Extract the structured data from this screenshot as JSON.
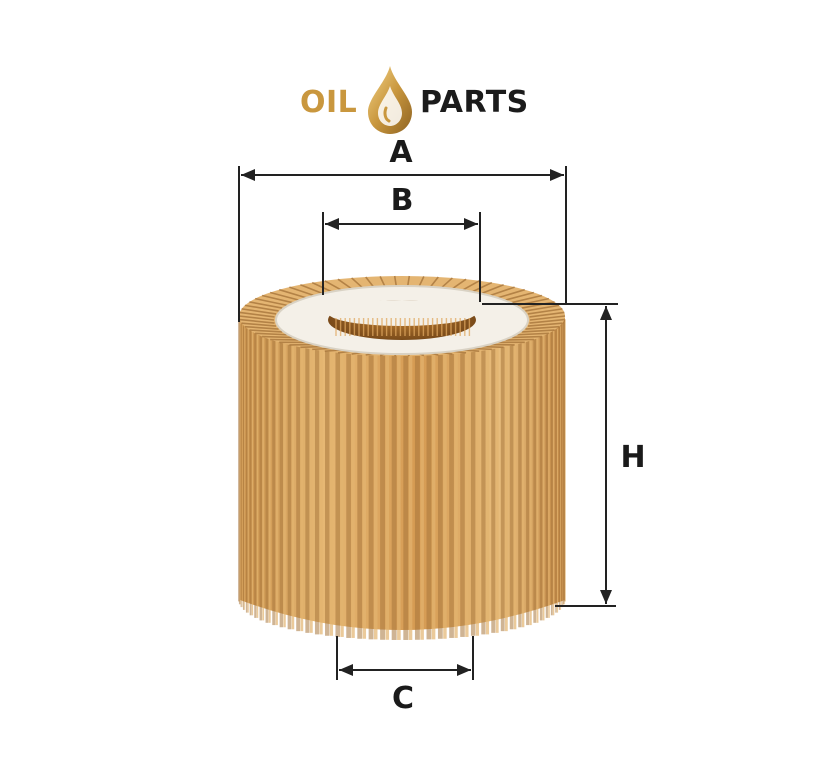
{
  "brand": {
    "word_left": "OIL",
    "word_right": "PARTS",
    "left_color": "#c9973e",
    "right_color": "#1b1b1b"
  },
  "dimensions": {
    "a": "A",
    "b": "B",
    "c": "C",
    "h": "H"
  },
  "colors": {
    "filter_paper": "#e2b36f",
    "pleat_shadow": "#a8763c",
    "gasket": "#f3efe6",
    "dimension_lines": "#222222"
  }
}
